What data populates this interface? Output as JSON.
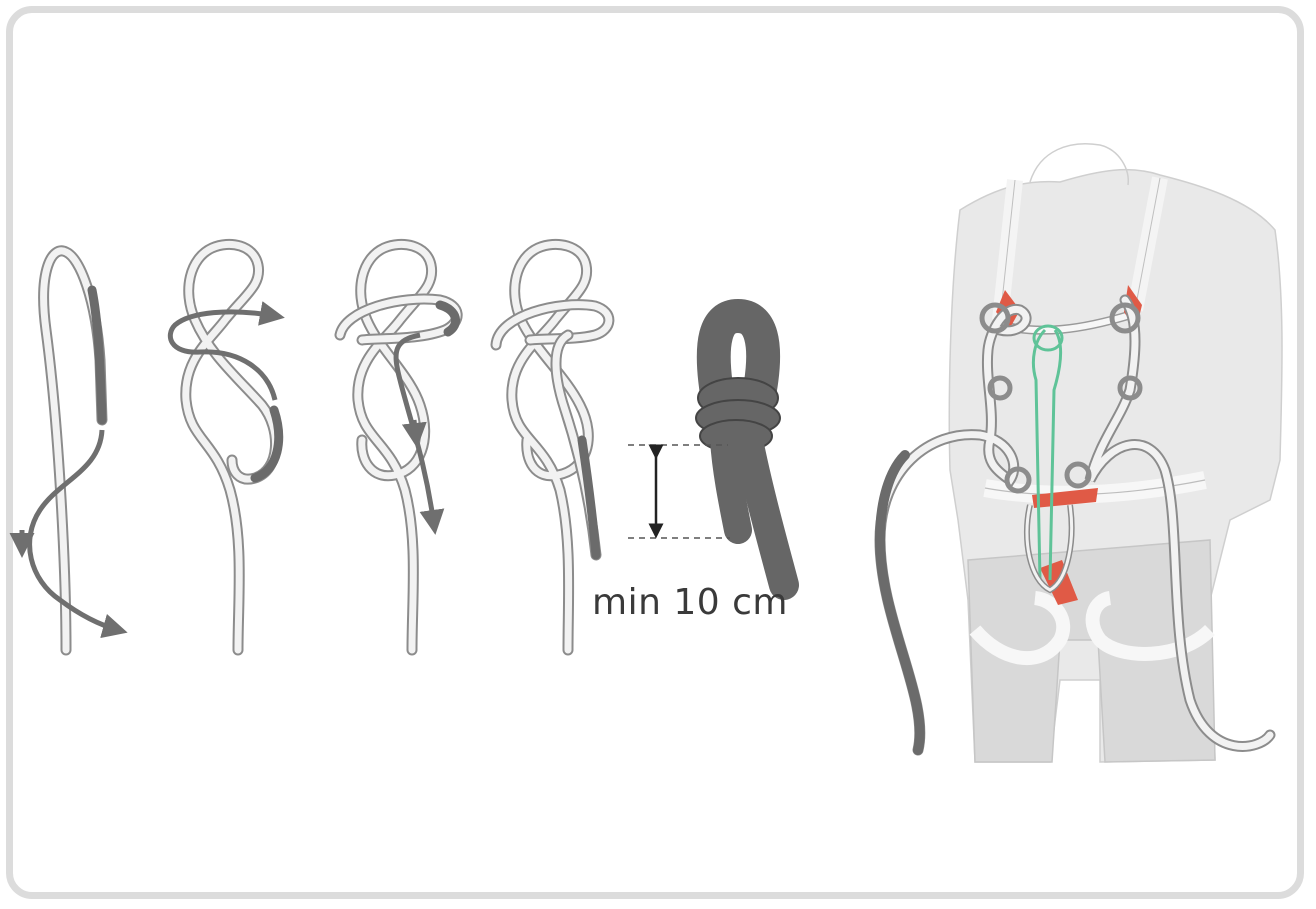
{
  "measurement": {
    "label": "min 10 cm"
  },
  "colors": {
    "rope_light": "#f2f2f2",
    "rope_outline": "#8c8c8c",
    "rope_dark": "#6b6b6b",
    "arrow": "#6f6f6f",
    "body_fill": "#e6e6e6",
    "harness_red": "#e05a46",
    "harness_green": "#5fc398",
    "frame_border": "#dcdcdc"
  },
  "steps": [
    {
      "name": "step-1"
    },
    {
      "name": "step-2"
    },
    {
      "name": "step-3"
    },
    {
      "name": "step-4"
    },
    {
      "name": "step-5-finished-knot"
    }
  ]
}
